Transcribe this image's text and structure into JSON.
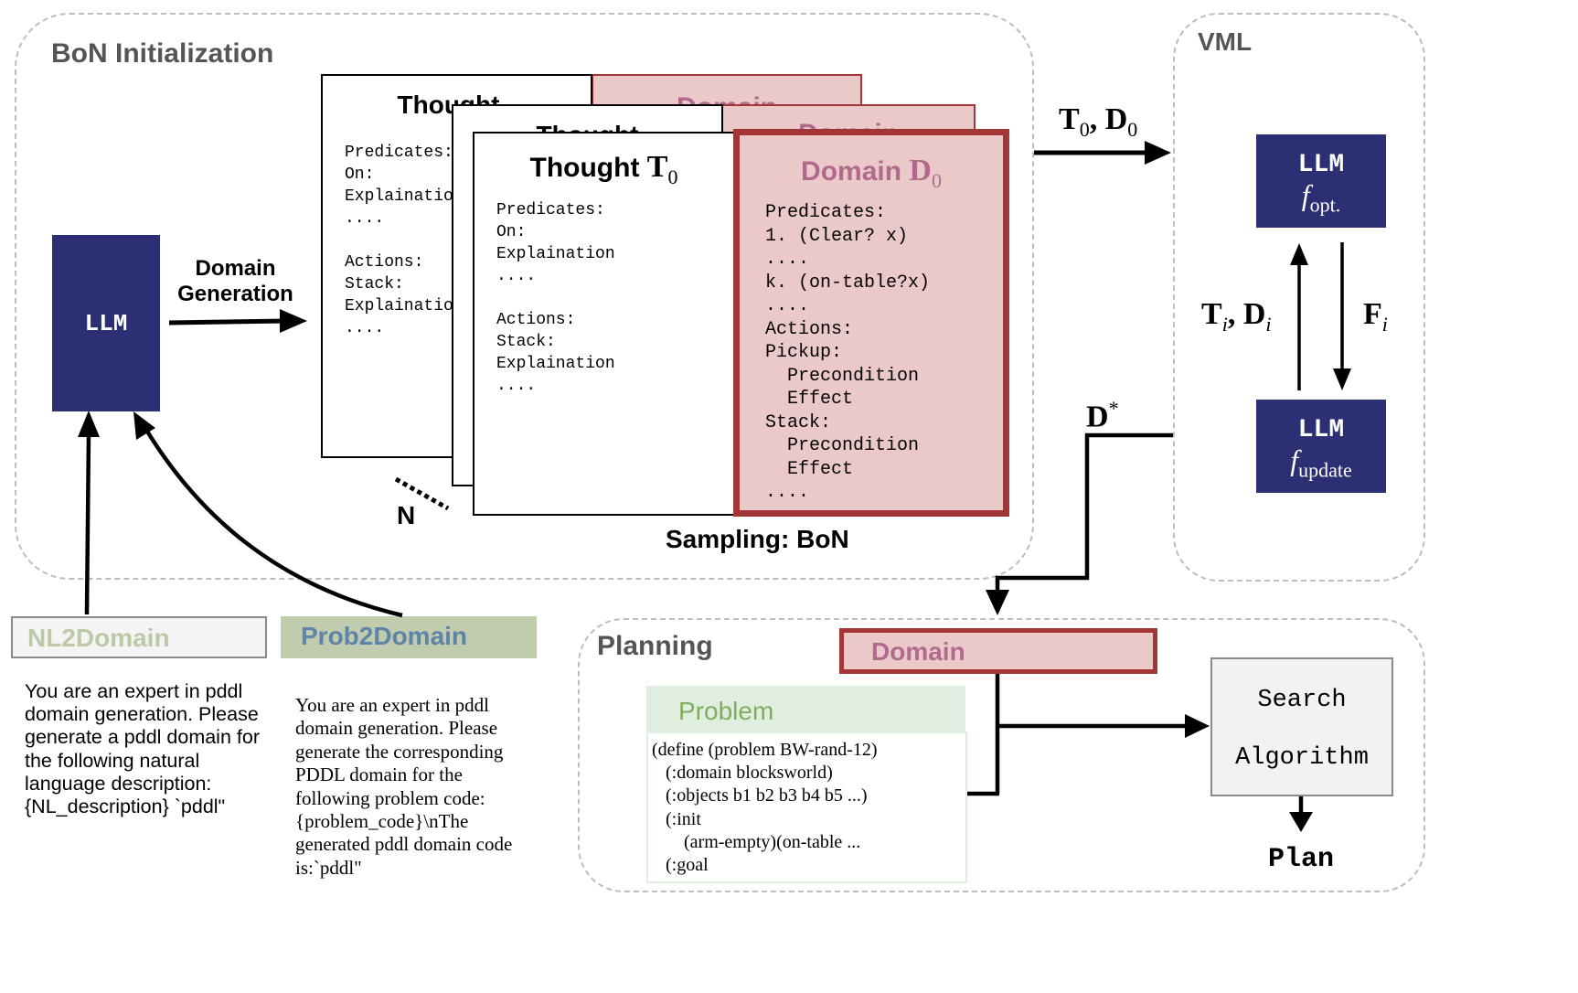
{
  "bon_region": {
    "title": "BoN Initialization"
  },
  "vml_region": {
    "title": "VML"
  },
  "planning_region": {
    "title": "Planning"
  },
  "llm_main": {
    "label": "LLM"
  },
  "domain_generation": {
    "line1": "Domain",
    "line2": "Generation"
  },
  "n_label": "N",
  "sampling_label": "Sampling: BoN",
  "back_card": {
    "thought_title": "Thought",
    "domain_title": "Domain",
    "lines": [
      "Predicates:",
      "On:",
      "Explaination",
      "....",
      "",
      "Actions:",
      "Stack:",
      "Explaination",
      "...."
    ]
  },
  "mid_card": {
    "thought_title": "Thought",
    "domain_title": "Domain"
  },
  "front_thought": {
    "title": "Thought",
    "symbol": "T",
    "subscript": "0",
    "lines": [
      "Predicates:",
      "On:",
      "Explaination",
      "....",
      "",
      "Actions:",
      "Stack:",
      "Explaination",
      "...."
    ]
  },
  "front_domain": {
    "title": "Domain",
    "symbol": "D",
    "subscript": "0",
    "lines": [
      "Predicates:",
      "1. (Clear? x)",
      "....",
      "k. (on-table?x)",
      "....",
      "Actions:",
      "Pickup:",
      "  Precondition",
      "  Effect",
      "Stack:",
      "  Precondition",
      "  Effect",
      "...."
    ]
  },
  "arrow_t0d0": {
    "t": "T",
    "d": "D",
    "sub": "0"
  },
  "llm_opt": {
    "label": "LLM",
    "f": "f",
    "sub": "opt."
  },
  "llm_update": {
    "label": "LLM",
    "f": "f",
    "sub": "update"
  },
  "ti_di": {
    "t": "T",
    "d": "D",
    "sub": "i"
  },
  "fi": {
    "f": "F",
    "sub": "i"
  },
  "dstar": {
    "d": "D",
    "sup": "*"
  },
  "nl2domain": {
    "title": "NL2Domain",
    "text": [
      "You are an expert in pddl",
      "domain generation. Please",
      "generate a pddl domain for",
      "the following natural",
      "language description:",
      "{NL_description} `pddl\""
    ]
  },
  "prob2domain": {
    "title": "Prob2Domain",
    "text": [
      "You are an expert in pddl",
      "domain generation. Please",
      "generate the corresponding",
      "PDDL domain for the",
      "following problem code:",
      "{problem_code}\\nThe",
      "generated pddl domain code",
      "is:`pddl\""
    ]
  },
  "planning_domain": {
    "label": "Domain"
  },
  "problem": {
    "title": "Problem",
    "lines": [
      "(define (problem BW-rand-12)",
      "   (:domain blocksworld)",
      "   (:objects b1 b2 b3 b4 b5 ...)",
      "   (:init",
      "       (arm-empty)(on-table ...",
      "   (:goal"
    ]
  },
  "search": {
    "line1": "Search",
    "line2": "Algorithm"
  },
  "plan": {
    "label": "Plan"
  },
  "colors": {
    "llm_navy": "#2c2f74",
    "domain_pink": "#ecc9c9",
    "domain_border": "#a23535",
    "domain_text": "#b06a8e",
    "nl2domain_text": "#bcc9a8",
    "prob2domain_bg": "#c1cbae",
    "prob2domain_text": "#5e84a8",
    "problem_bg": "#dfeede",
    "problem_text": "#7fae5f",
    "search_bg": "#f2f2f2"
  }
}
